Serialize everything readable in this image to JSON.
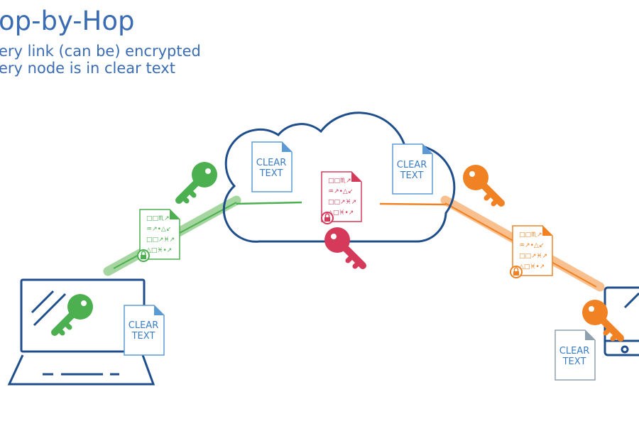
{
  "title": "op-by-Hop",
  "bullets": [
    "ery link (can be) encrypted",
    "ery node is in clear text"
  ],
  "clear_doc": {
    "line1": "CLEAR",
    "line2": "TEXT"
  },
  "cipher_lines": [
    "□□♏↗",
    "♒↗•△↙",
    "□□↗♓↗",
    "△□♓•↗"
  ],
  "colors": {
    "title": "#3a6cb4",
    "node": "#1f4e8c",
    "doc": "#5b9bd5",
    "green": "#4caf50",
    "red": "#d63a5a",
    "orange": "#f08223"
  },
  "icons": [
    "laptop-icon",
    "tablet-icon",
    "cloud-icon",
    "key-icon",
    "lock-icon",
    "document-icon"
  ]
}
